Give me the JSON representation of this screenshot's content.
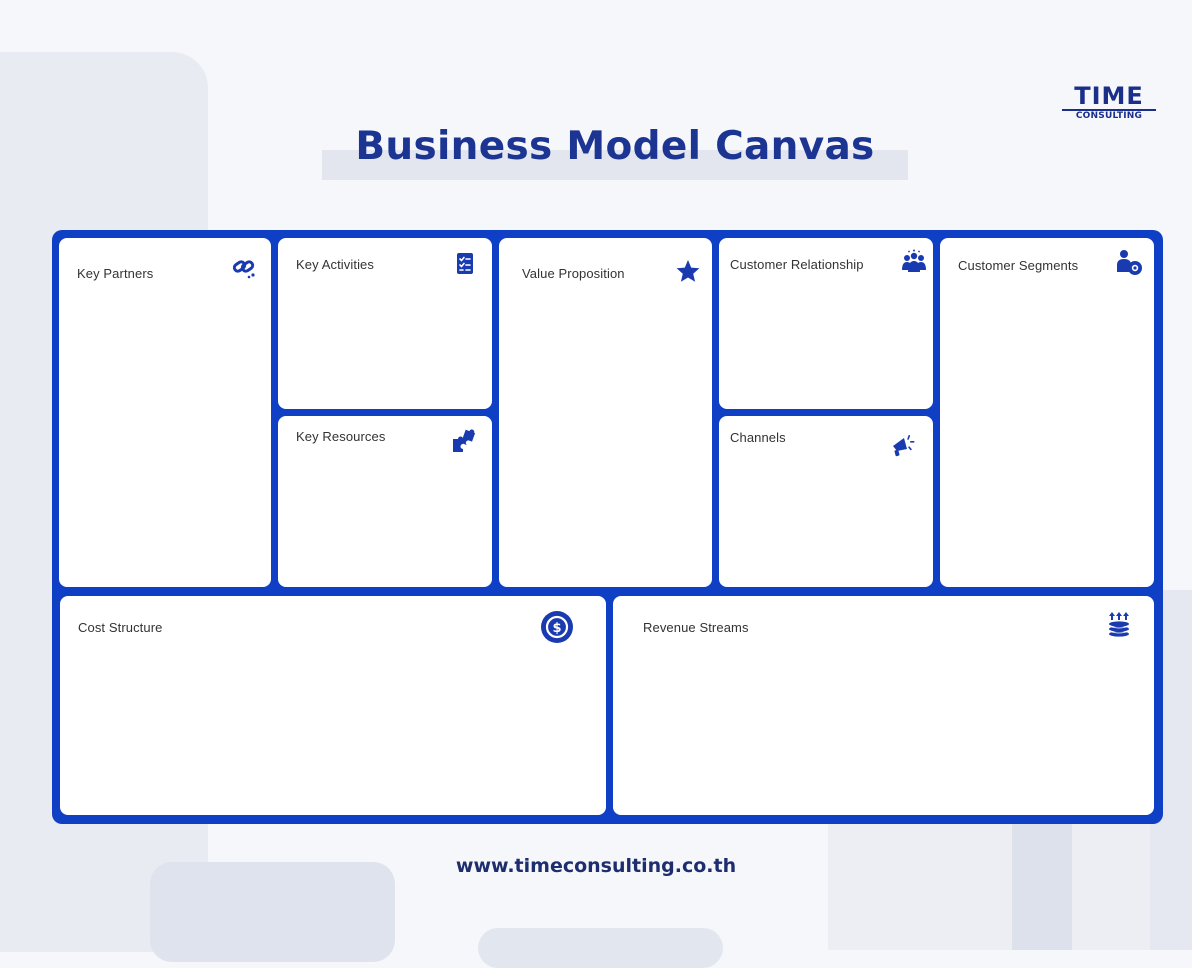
{
  "brand": {
    "logo_text": "TIME",
    "logo_subtext": "CONSULTING"
  },
  "title": "Business Model Canvas",
  "colors": {
    "frame": "#0f3fc4",
    "title": "#1d3592",
    "icon": "#1a3bb0",
    "background": "#f6f7fa"
  },
  "blocks": [
    {
      "id": "key-partners",
      "label": "Key Partners",
      "icon": "link-icon"
    },
    {
      "id": "key-activities",
      "label": "Key Activities",
      "icon": "checklist-icon"
    },
    {
      "id": "key-resources",
      "label": "Key Resources",
      "icon": "puzzle-icon"
    },
    {
      "id": "value-proposition",
      "label": "Value Proposition",
      "icon": "star-icon"
    },
    {
      "id": "customer-relationship",
      "label": "Customer Relationship",
      "icon": "people-group-icon"
    },
    {
      "id": "channels",
      "label": "Channels",
      "icon": "megaphone-icon"
    },
    {
      "id": "customer-segments",
      "label": "Customer Segments",
      "icon": "user-gear-icon"
    },
    {
      "id": "cost-structure",
      "label": "Cost Structure",
      "icon": "dollar-coin-icon"
    },
    {
      "id": "revenue-streams",
      "label": "Revenue Streams",
      "icon": "coin-stack-icon"
    }
  ],
  "footer": {
    "website": "www.timeconsulting.co.th"
  }
}
